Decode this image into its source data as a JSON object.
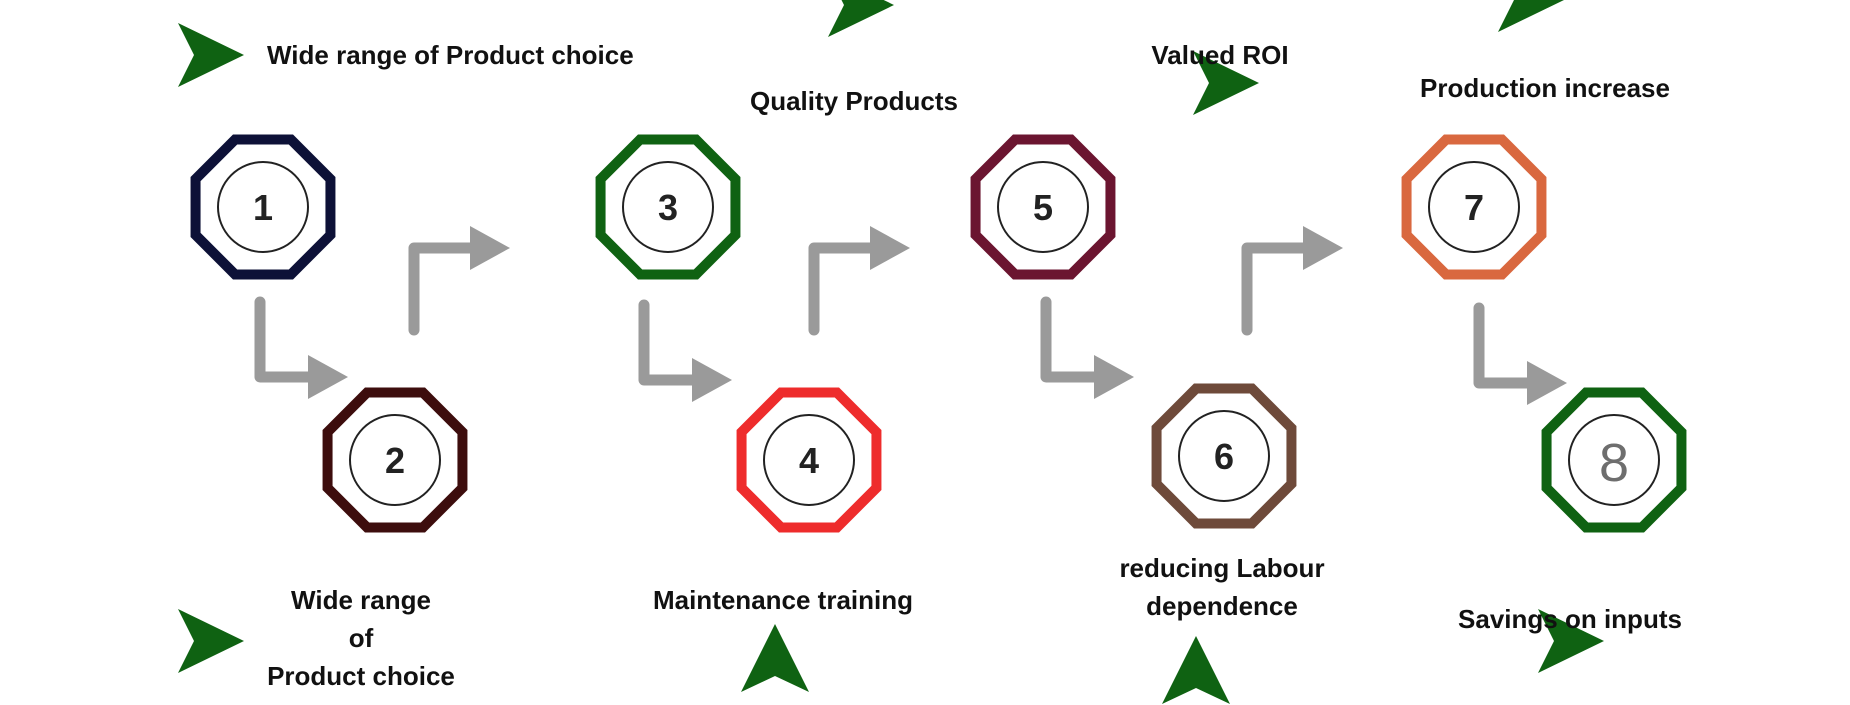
{
  "steps": [
    {
      "number": "1",
      "color": "#0d1137"
    },
    {
      "number": "2",
      "color": "#3d0d0d"
    },
    {
      "number": "3",
      "color": "#0f6212"
    },
    {
      "number": "4",
      "color": "#ee2c2c"
    },
    {
      "number": "5",
      "color": "#6b1530"
    },
    {
      "number": "6",
      "color": "#6e4a3a"
    },
    {
      "number": "7",
      "color": "#d9683f"
    },
    {
      "number": "8",
      "color": "#0f6212",
      "number_color": "#6e6e6e"
    }
  ],
  "labels": {
    "top_1": "Wide range of Product choice",
    "top_3": "Quality Products",
    "top_5": "Valued ROI",
    "top_7": "Production increase",
    "bottom_2": [
      "Wide range",
      "of",
      "Product choice"
    ],
    "bottom_4": "Maintenance training",
    "bottom_6": [
      "reducing Labour",
      "dependence"
    ],
    "bottom_8": "Savings on inputs"
  },
  "colors": {
    "connector_arrow": "#9a9a9a",
    "marker_arrow": "#0f6212",
    "label_text": "#111111",
    "inner_circle": "#222222"
  }
}
